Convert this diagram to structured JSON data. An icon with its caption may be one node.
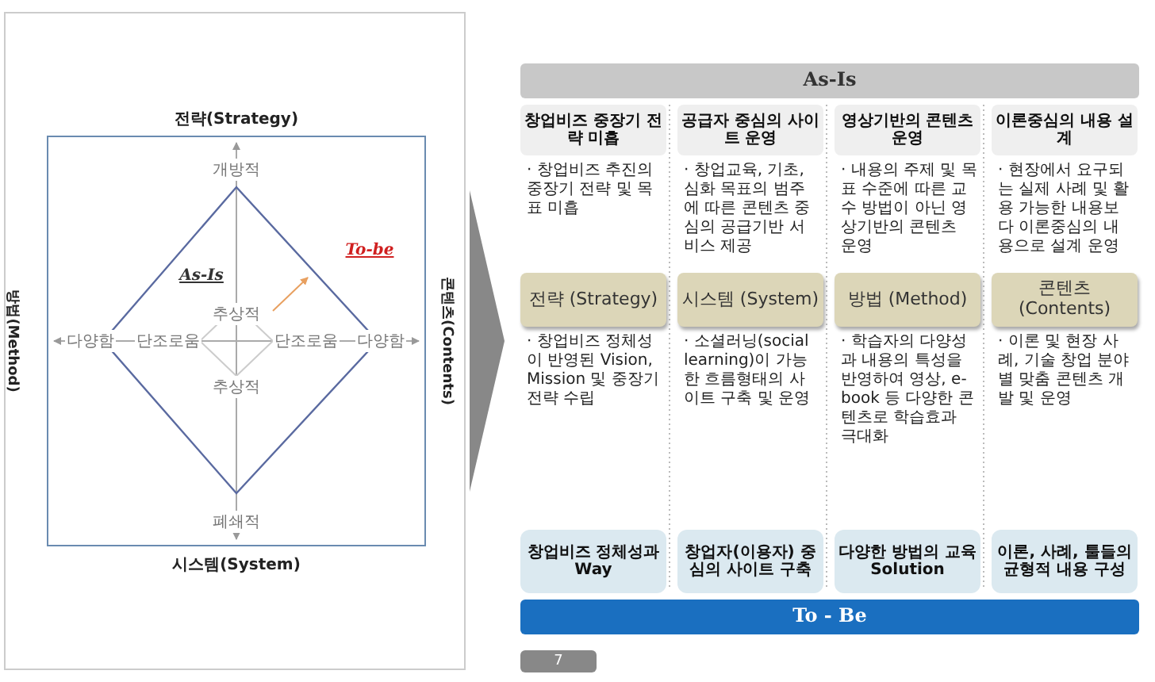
{
  "diagram": {
    "nodes": [
      {
        "text": [
          "As-Is"
        ]
      },
      {
        "text": [
          "창업비즈 중장기 전략 미흡"
        ],
        "beside": [
          "· 창업비즈 추진의 중장기 전략 및 목표 미흡"
        ]
      },
      {
        "text": [
          "공급자 중심의 사이트 운영"
        ],
        "beside": [
          "· 창업교육, 기초, 심화 목표의 범주에 따른 콘텐츠 중심의 공급기반 서비스 제공"
        ]
      },
      {
        "text": [
          "영상기반의 콘텐츠 운영"
        ],
        "beside": [
          "· 내용의 주제 및 목표 수준에 따른 교수 방법이 아닌 영상기반의 콘텐츠 운영"
        ]
      },
      {
        "text": [
          "이론중심의 내용 설계"
        ],
        "beside": [
          "· 현장에서 요구되는 실제 사례 및 활용 가능한 내용보다 이론중심의 내용으로 설계 운영"
        ]
      },
      {
        "text": [
          "전략 (Strategy)"
        ],
        "beside": [
          "· 창업비즈 정체성이 반영된 Vision, Mission 및 중장기 전략 수립"
        ]
      },
      {
        "text": [
          "시스템 (System)"
        ],
        "beside": [
          "· 소셜러닝(social learning)이 가능한 흐름형태의 사이트 구축 및 운영"
        ]
      },
      {
        "text": [
          "방법 (Method)"
        ],
        "beside": [
          "· 학습자의 다양성과 내용의 특성을 반영하여 영상, e-book 등 다양한 콘텐츠로 학습효과 극대화"
        ]
      },
      {
        "text": [
          "콘텐츠 (Contents)"
        ],
        "beside": [
          "· 이론 및 현장 사례, 기술 창업 분야별 맞춤 콘텐츠 개발 및 운영"
        ]
      },
      {
        "text": [
          "창업비즈 정체성과 Way"
        ]
      },
      {
        "text": [
          "창업자(이용자) 중심의 사이트 구축"
        ]
      },
      {
        "text": [
          "다양한 방법의 교육 Solution"
        ]
      },
      {
        "text": [
          "이론, 사례, 툴들의 균형적 내용 구성"
        ]
      },
      {
        "text": [
          "To - Be"
        ]
      },
      {
        "text": [
          "7"
        ]
      }
    ],
    "labels": [
      "전략(Strategy)",
      "방법(Method)",
      "콘텐츠(Contents)",
      "시스템(System)",
      "개방적",
      "As-Is",
      "To-be",
      "추상적",
      "다양함",
      "단조로움",
      "단조로움",
      "다양함",
      "추상적",
      "폐쇄적"
    ]
  }
}
